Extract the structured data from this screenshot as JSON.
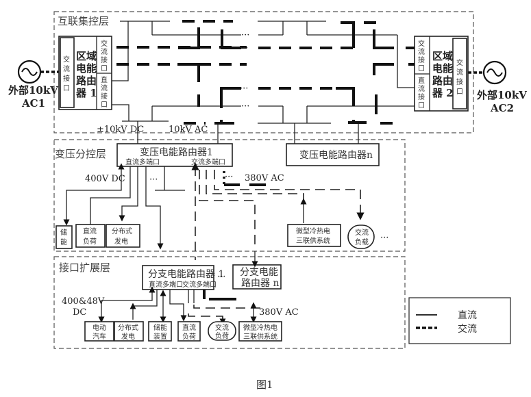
{
  "layers": {
    "interconnect": "互联集控层",
    "transform": "变压分控层",
    "interface": "接口扩展层"
  },
  "sources": {
    "left": {
      "line1": "外部10kV",
      "line2": "AC1"
    },
    "right": {
      "line1": "外部10kV",
      "line2": "AC2"
    }
  },
  "regional_router_1": {
    "name_chars": [
      "区域",
      "电能",
      "路由",
      "器 1"
    ],
    "ac_port_outer": [
      "交",
      "流",
      "接",
      "口"
    ],
    "ac_port_inner": [
      "交",
      "流",
      "接",
      "口"
    ],
    "dc_port_inner": [
      "直",
      "流",
      "接",
      "口"
    ]
  },
  "regional_router_2": {
    "name_chars": [
      "区域",
      "电能",
      "路由",
      "器 2"
    ],
    "ac_port_outer": [
      "交",
      "流",
      "接",
      "口"
    ],
    "ac_port_inner": [
      "交",
      "流",
      "接",
      "口"
    ],
    "dc_port_inner": [
      "直",
      "流",
      "接",
      "口"
    ]
  },
  "bus_labels": {
    "dc_bus": "±10kV DC",
    "ac_bus": "10kV AC",
    "ellipsis": "···"
  },
  "transformer_router_1": {
    "name": "变压电能路由器1",
    "dc_port": "直流多端口",
    "ac_port": "交流多端口"
  },
  "transformer_router_n": {
    "name": "变压电能路由器n"
  },
  "transform_layer": {
    "dc_voltage": "400V DC",
    "ac_voltage": "380V AC",
    "ellipsis": "···",
    "devices": {
      "storage": [
        "储",
        "能"
      ],
      "dc_load": [
        "直流",
        "负荷"
      ],
      "distributed_gen": [
        "分布式",
        "发电"
      ],
      "micro_cchp": [
        "微型冷热电",
        "三联供系统"
      ],
      "ac_load": [
        "交流",
        "负载"
      ]
    }
  },
  "branch_router_1": {
    "name": "分支电能路由器 1",
    "dc_port": "直流多端口",
    "ac_port": "交流多端口"
  },
  "branch_router_n": {
    "line1": "分支电能",
    "line2": "路由器 n"
  },
  "interface_layer": {
    "dc_voltage_line1": "400&48V",
    "dc_voltage_line2": "DC",
    "ac_voltage": "380V AC",
    "ellipsis": "···",
    "devices": {
      "ev": [
        "电动",
        "汽车"
      ],
      "distributed_gen": [
        "分布式",
        "发电"
      ],
      "storage": [
        "储能",
        "装置"
      ],
      "dc_load": [
        "直流",
        "负荷"
      ],
      "ac_load": [
        "交流",
        "负荷"
      ],
      "micro_cchp": [
        "微型冷热电",
        "三联供系统"
      ]
    }
  },
  "legend": {
    "items": [
      {
        "label": "直流",
        "style": "solid"
      },
      {
        "label": "交流",
        "style": "dashed"
      }
    ]
  },
  "caption": "图1"
}
